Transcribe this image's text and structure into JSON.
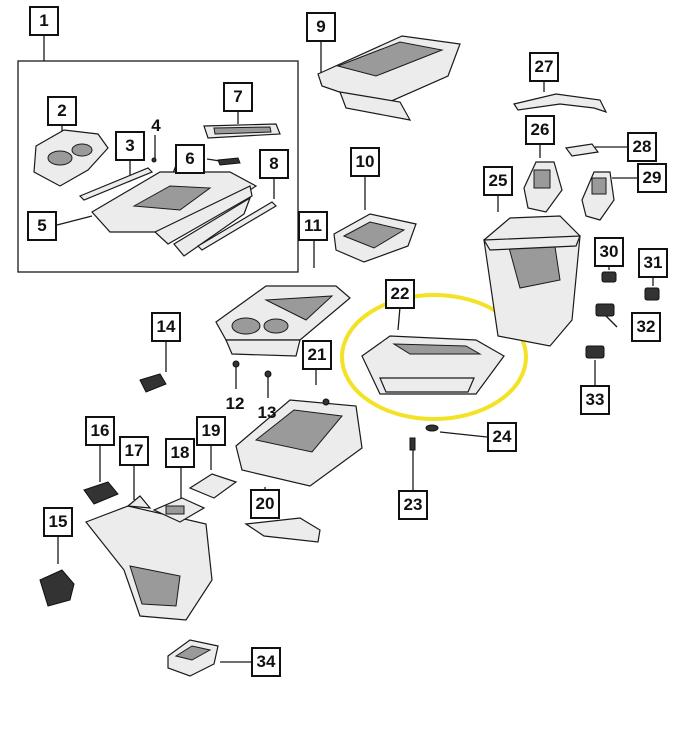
{
  "callouts": [
    {
      "id": "1"
    },
    {
      "id": "2"
    },
    {
      "id": "3"
    },
    {
      "id": "4"
    },
    {
      "id": "5"
    },
    {
      "id": "6"
    },
    {
      "id": "7"
    },
    {
      "id": "8"
    },
    {
      "id": "9"
    },
    {
      "id": "10"
    },
    {
      "id": "11"
    },
    {
      "id": "12"
    },
    {
      "id": "13"
    },
    {
      "id": "14"
    },
    {
      "id": "15"
    },
    {
      "id": "16"
    },
    {
      "id": "17"
    },
    {
      "id": "18"
    },
    {
      "id": "19"
    },
    {
      "id": "20"
    },
    {
      "id": "21"
    },
    {
      "id": "22"
    },
    {
      "id": "23"
    },
    {
      "id": "24"
    },
    {
      "id": "25"
    },
    {
      "id": "26"
    },
    {
      "id": "27"
    },
    {
      "id": "28"
    },
    {
      "id": "29"
    },
    {
      "id": "30"
    },
    {
      "id": "31"
    },
    {
      "id": "32"
    },
    {
      "id": "33"
    },
    {
      "id": "34"
    }
  ],
  "highlight": {
    "part": "22",
    "color": "#f4e227"
  },
  "colors": {
    "line": "#1a1a1a",
    "part_fill": "#ececec",
    "shade": "#9a9a9a"
  }
}
